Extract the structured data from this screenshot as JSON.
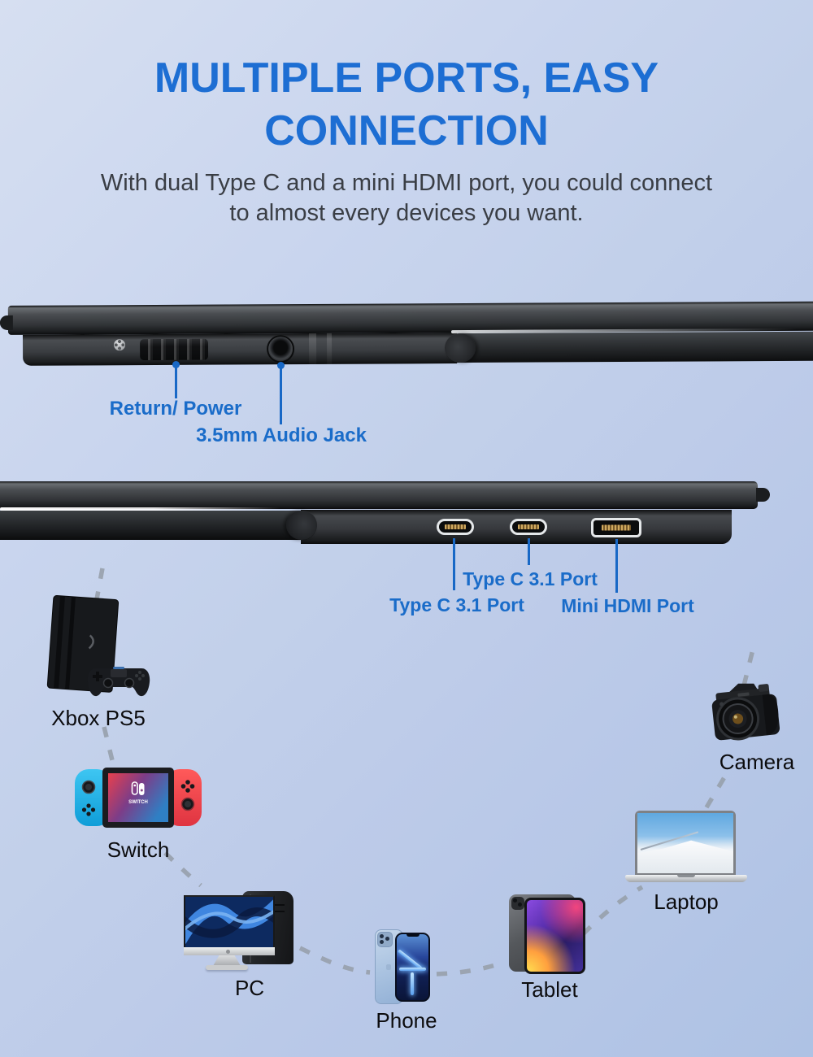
{
  "header": {
    "title_line1": "MULTIPLE PORTS, EASY",
    "title_line2": "CONNECTION",
    "subtitle_line1": "With dual Type C and a mini HDMI port, you could connect",
    "subtitle_line2": "to almost every devices you want."
  },
  "top_view": {
    "callouts": [
      {
        "label": "Return/ Power"
      },
      {
        "label": "3.5mm Audio Jack"
      }
    ]
  },
  "bottom_view": {
    "callouts": [
      {
        "label": "Type C 3.1 Port"
      },
      {
        "label": "Type C 3.1 Port"
      },
      {
        "label": "Mini HDMI Port"
      }
    ]
  },
  "devices": [
    {
      "label": "Xbox PS5",
      "icon": "game-console-with-controller-icon"
    },
    {
      "label": "Switch",
      "icon": "nintendo-switch-icon",
      "screen_logo_text": "SWITCH"
    },
    {
      "label": "PC",
      "icon": "desktop-computer-icon"
    },
    {
      "label": "Phone",
      "icon": "smartphone-icon"
    },
    {
      "label": "Tablet",
      "icon": "tablet-icon"
    },
    {
      "label": "Laptop",
      "icon": "laptop-icon"
    },
    {
      "label": "Camera",
      "icon": "dslr-camera-icon"
    }
  ],
  "colors": {
    "title_blue": "#1d6ed3",
    "callout_label_blue": "#1a6cc9",
    "callout_line_blue": "#1868c6",
    "subtitle_gray": "#3a3e45",
    "device_label_black": "#0c0c0e",
    "dash_gray": "#98a1ac",
    "background_top": "#d6dff1",
    "background_bottom": "#aec2e4",
    "joycon_blue": "#28b8e8",
    "joycon_red": "#f64551",
    "port_pin_gold": "#cfa95f"
  }
}
